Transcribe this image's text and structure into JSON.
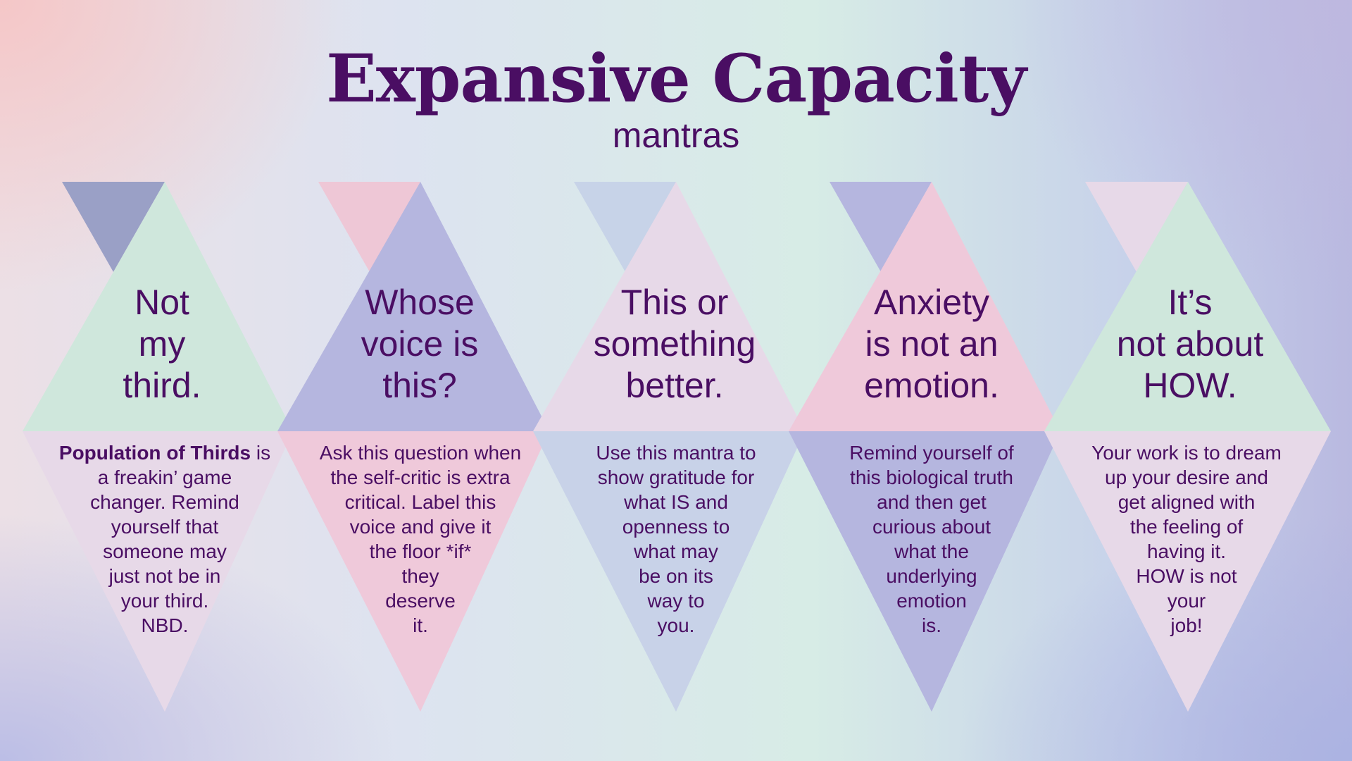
{
  "header": {
    "title": "Expansive Capacity",
    "subtitle": "mantras"
  },
  "cards": [
    {
      "mantra": "Not\nmy\nthird.",
      "desc_bold": "Population of Thirds",
      "desc": " is\na freakin’ game\nchanger. Remind\nyourself that\nsomeone may\njust not be in\nyour third.\nNBD.",
      "colors": {
        "corner": "#9aa0c6",
        "upper": "#cfe7dc",
        "lower": "#e7d9e8"
      }
    },
    {
      "mantra": "Whose\nvoice is\nthis?",
      "desc_bold": "",
      "desc": "Ask this question when\nthe self-critic is extra\ncritical. Label this\nvoice and give it\nthe floor *if*\nthey\ndeserve\nit.",
      "colors": {
        "corner": "#eec7d6",
        "upper": "#b5b6df",
        "lower": "#efc9da"
      }
    },
    {
      "mantra": "This or\nsomething\nbetter.",
      "desc_bold": "",
      "desc": "Use this mantra to\nshow gratitude for\nwhat IS and\nopenness to\nwhat may\nbe on its\nway to\nyou.",
      "colors": {
        "corner": "#c7d3e8",
        "upper": "#e7d9e8",
        "lower": "#c8d2e8"
      }
    },
    {
      "mantra": "Anxiety\nis not an\nemotion.",
      "desc_bold": "",
      "desc": "Remind yourself of\nthis biological truth\nand then get\ncurious about\nwhat the\nunderlying\nemotion\nis.",
      "colors": {
        "corner": "#b5b6df",
        "upper": "#efc9da",
        "lower": "#b5b6df"
      }
    },
    {
      "mantra": "It’s\nnot about\nHOW.",
      "desc_bold": "",
      "desc": "Your work is to dream\nup your desire and\nget aligned with\nthe feeling of\nhaving it.\nHOW is not\nyour\njob!",
      "colors": {
        "corner": "#e7d9e8",
        "upper": "#cfe7dc",
        "lower": "#e7d9e8"
      }
    }
  ]
}
